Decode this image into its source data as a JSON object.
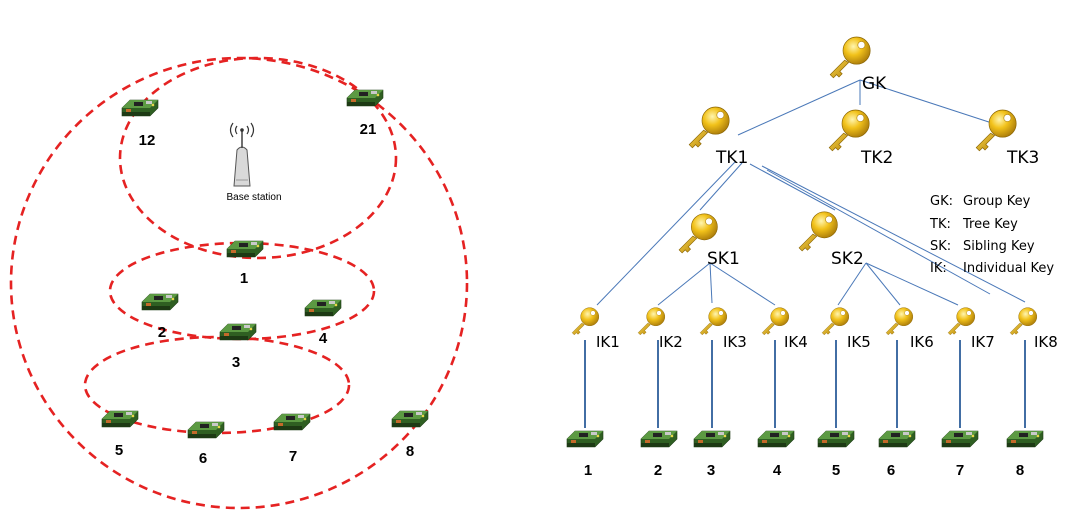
{
  "left_panel": {
    "base_station_label": "Base station",
    "node_labels": [
      "12",
      "21",
      "1",
      "2",
      "3",
      "4",
      "5",
      "6",
      "7",
      "8"
    ]
  },
  "right_panel": {
    "keys": {
      "group": "GK",
      "trees": [
        "TK1",
        "TK2",
        "TK3"
      ],
      "siblings": [
        "SK1",
        "SK2"
      ],
      "individuals": [
        "IK1",
        "IK2",
        "IK3",
        "IK4",
        "IK5",
        "IK6",
        "IK7",
        "IK8"
      ]
    },
    "sensor_labels": [
      "1",
      "2",
      "3",
      "4",
      "5",
      "6",
      "7",
      "8"
    ],
    "legend": [
      {
        "abbr": "GK:",
        "text": "Group Key"
      },
      {
        "abbr": "TK:",
        "text": "Tree Key"
      },
      {
        "abbr": "SK:",
        "text": "Sibling Key"
      },
      {
        "abbr": "IK:",
        "text": "Individual Key"
      }
    ]
  },
  "colors": {
    "cluster_outline": "#e52222",
    "tree_edge": "#4a78b8",
    "key_gold": "#f2c21a",
    "board_green": "#3f7a2e"
  }
}
